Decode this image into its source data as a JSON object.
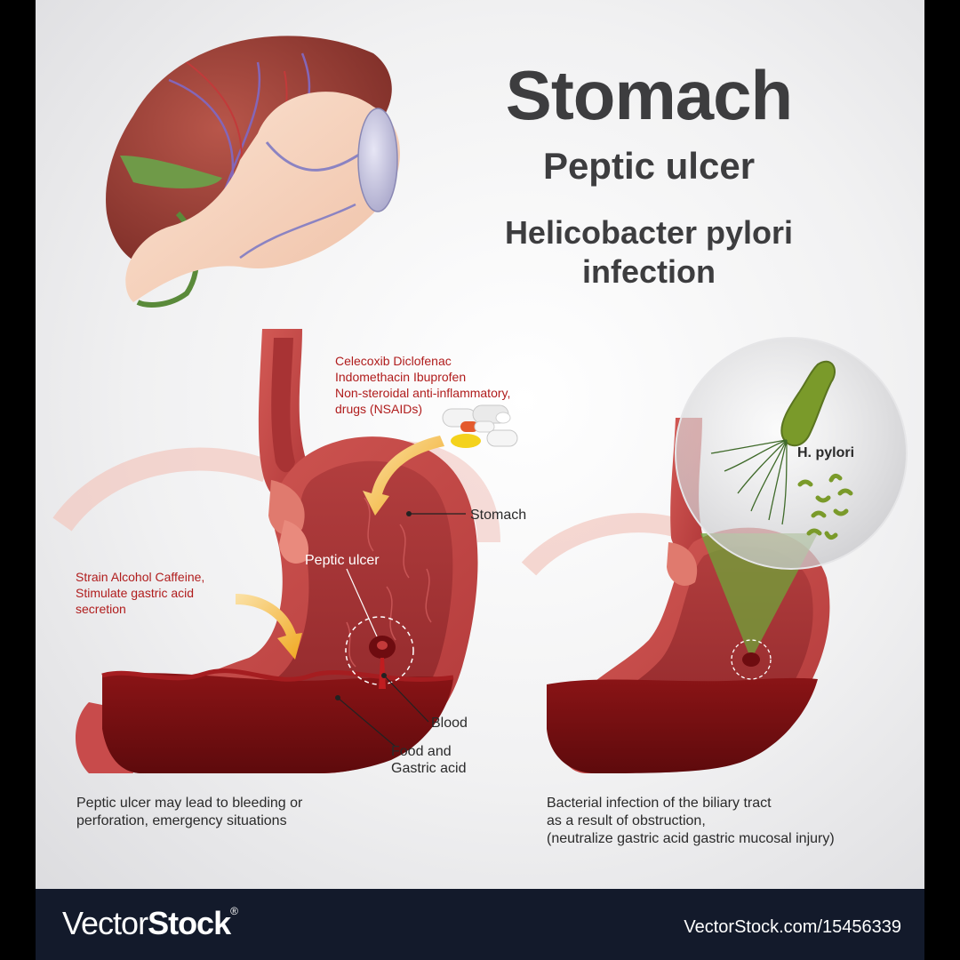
{
  "title": "Stomach",
  "subtitle": "Peptic ulcer",
  "subtitle2_line1": "Helicobacter pylori",
  "subtitle2_line2": "infection",
  "nsaids": {
    "line1": "Celecoxib Diclofenac",
    "line2": "Indomethacin Ibuprofen",
    "line3": "Non-steroidal anti-inflammatory,",
    "line4": "drugs (NSAIDs)"
  },
  "strain": {
    "line1": "Strain Alcohol Caffeine,",
    "line2": "Stimulate gastric acid",
    "line3": "secretion"
  },
  "labels": {
    "stomach": "Stomach",
    "peptic_ulcer": "Peptic ulcer",
    "blood": "Blood",
    "food_line1": "Food and",
    "food_line2": "Gastric acid",
    "h_pylori": "H. pylori"
  },
  "captions": {
    "left_line1": "Peptic ulcer may lead to bleeding or",
    "left_line2": "perforation, emergency situations",
    "right_line1": "Bacterial infection of the biliary tract",
    "right_line2": "as a result of obstruction,",
    "right_line3": "(neutralize gastric acid gastric mucosal injury)"
  },
  "footer": {
    "brand_light": "Vector",
    "brand_bold": "Stock",
    "brand_mark": "®",
    "url": "VectorStock.com/15456339"
  },
  "colors": {
    "stomach_wall": "#c74a4a",
    "stomach_inner": "#9e2e30",
    "acid": "#7a0f12",
    "note_red": "#b01c1c",
    "bacteria_green": "#7a9a2a",
    "footer_bg": "#131a2b"
  }
}
